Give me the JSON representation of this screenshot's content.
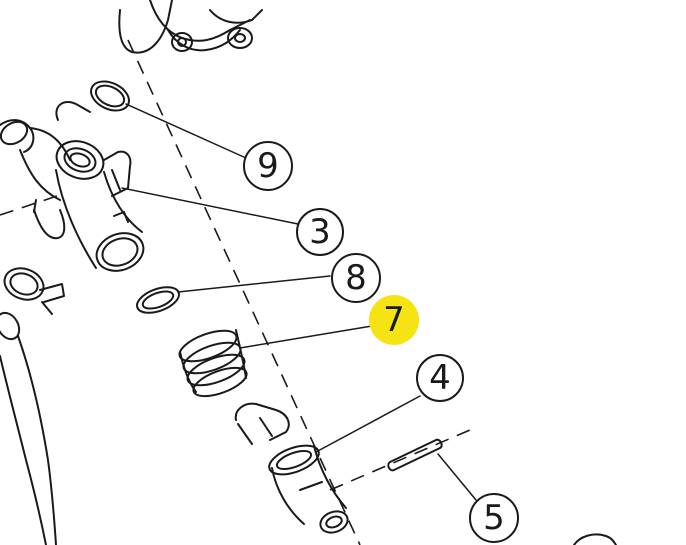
{
  "highlight_color": "#f5e313",
  "line_color": "#1a1a1a",
  "callouts": [
    {
      "id": "9",
      "label": "9",
      "highlighted": false
    },
    {
      "id": "3",
      "label": "3",
      "highlighted": false
    },
    {
      "id": "8",
      "label": "8",
      "highlighted": false
    },
    {
      "id": "7",
      "label": "7",
      "highlighted": true
    },
    {
      "id": "4",
      "label": "4",
      "highlighted": false
    },
    {
      "id": "5",
      "label": "5",
      "highlighted": false
    }
  ],
  "parts_icons": [
    "o-ring-icon",
    "housing-icon",
    "spring-icon",
    "valve-stem-icon",
    "pin-icon",
    "hose-clamp-icon",
    "hose-icon"
  ]
}
